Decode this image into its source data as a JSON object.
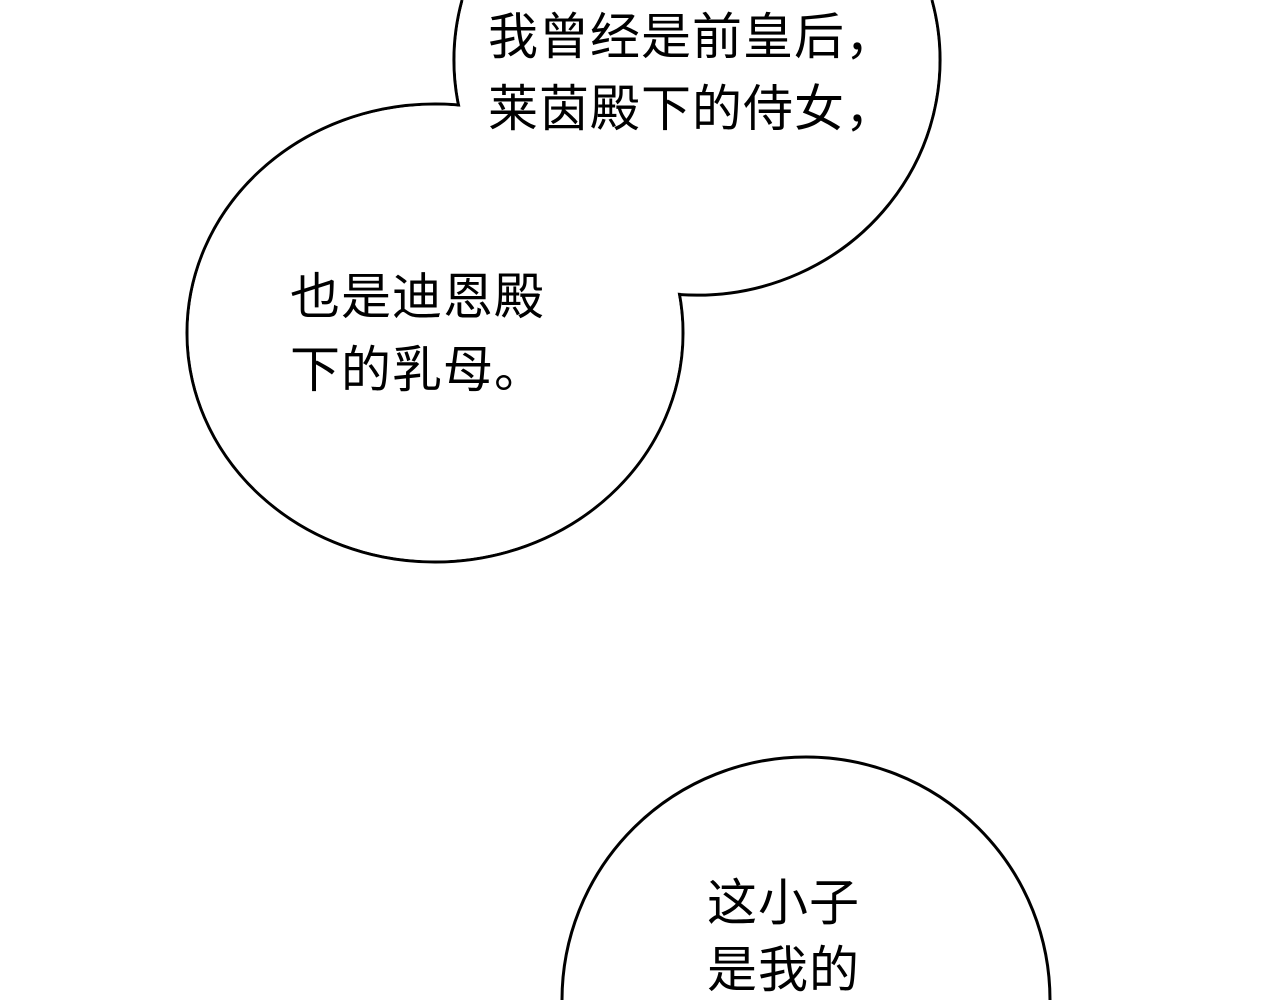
{
  "colors": {
    "background": "#ffffff",
    "outline": "#000000",
    "text": "#000000"
  },
  "bubbles": [
    {
      "lines": [
        "我曾经是前皇后，",
        "莱茵殿下的侍女，"
      ]
    },
    {
      "lines": [
        "也是迪恩殿",
        "下的乳母。"
      ]
    },
    {
      "lines": [
        "这小子",
        "是我的"
      ]
    }
  ]
}
